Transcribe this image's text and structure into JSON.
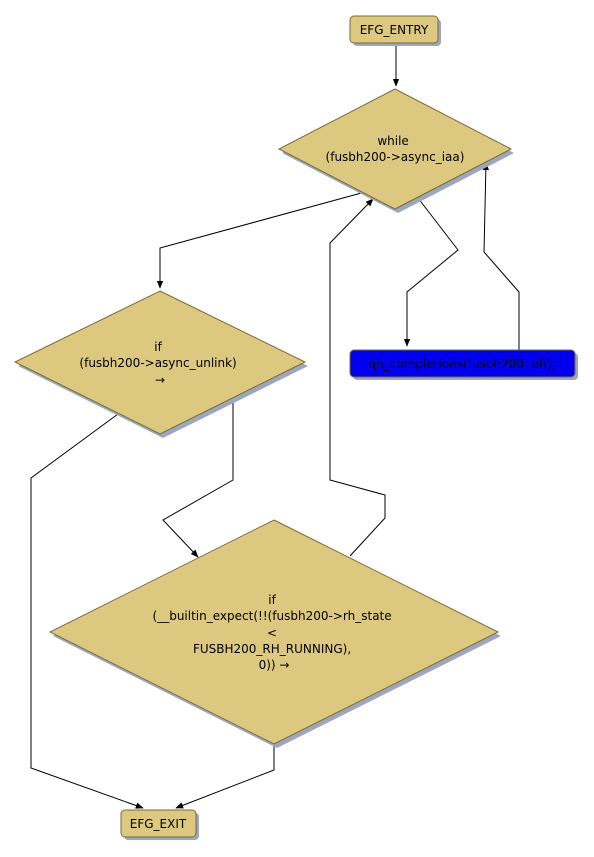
{
  "colors": {
    "node_fill": "#dcc97f",
    "node_stroke": "#7a6a38",
    "shadow": "#9aa7bf",
    "call_fill": "#0000ee",
    "edge": "#000000"
  },
  "nodes": {
    "entry": {
      "label": "EFG_ENTRY"
    },
    "while_loop": {
      "lines": [
        "while",
        "(fusbh200->async_iaa)"
      ]
    },
    "if_unlink": {
      "lines": [
        "if",
        "(fusbh200->async_unlink)",
        "→"
      ]
    },
    "call_qh": {
      "label": "qh_completions(fusbh200, qh);"
    },
    "if_expect": {
      "lines": [
        "if",
        "(__builtin_expect(!!(fusbh200->rh_state",
        "<",
        "FUSBH200_RH_RUNNING),",
        "0)) →"
      ]
    },
    "exit": {
      "label": "EFG_EXIT"
    }
  }
}
